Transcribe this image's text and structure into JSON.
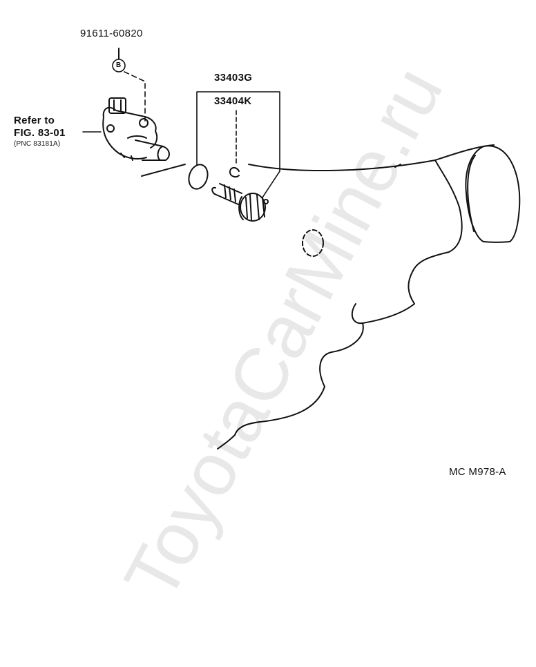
{
  "labels": {
    "part_bolt": "91611-60820",
    "callout_b": "B",
    "part_gear_1": "33403G",
    "part_gear_2": "33404K",
    "refer_line1": "Refer to",
    "refer_line2": "FIG. 83-01",
    "refer_line3": "(PNC 83181A)",
    "diagram_code": "MC M978-A"
  },
  "watermark": "ToyotaCarMine.ru"
}
